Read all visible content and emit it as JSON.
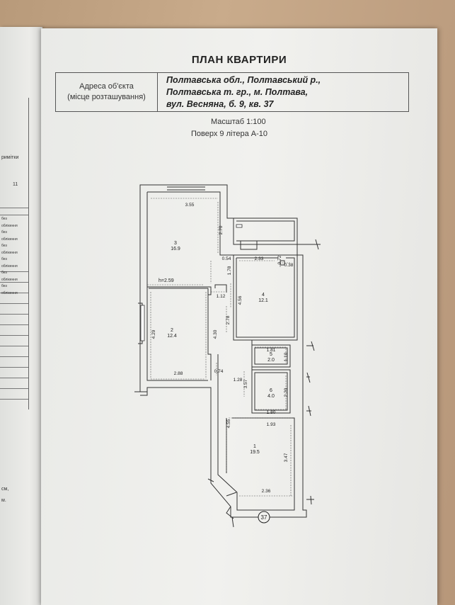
{
  "document": {
    "title": "ПЛАН КВАРТИРИ",
    "address_label_line1": "Адреса об'єкта",
    "address_label_line2": "(місце розташування)",
    "address_line1": "Полтавська обл., Полтавський р.,",
    "address_line2": "Полтавська т. гр., м. Полтава,",
    "address_line3": "вул. Весняна, б. 9, кв. 37",
    "scale": "Масштаб 1:100",
    "floor": "Поверх 9  літера А-10"
  },
  "left_page": {
    "header_text": "римітки",
    "number": "11",
    "rows": [
      "без",
      "облікення",
      "без",
      "облікення",
      "без",
      "облікення",
      "без",
      "облікення",
      "без",
      "облікення",
      "без",
      "облікення"
    ],
    "bottom1": "см,",
    "bottom2": "м."
  },
  "plan": {
    "rooms": [
      {
        "number": "3",
        "area": "16.9"
      },
      {
        "number": "2",
        "area": "12.4"
      },
      {
        "number": "4",
        "area": "12.1"
      },
      {
        "number": "5",
        "area": "2.0"
      },
      {
        "number": "6",
        "area": "4.0"
      },
      {
        "number": "1",
        "area": "19.5"
      }
    ],
    "height_label": "h=2.59",
    "dimensions": {
      "d355": "3.55",
      "d270": "2.70",
      "d054": "0.54",
      "d178": "1.78",
      "d233": "2.33",
      "d072": "0.72",
      "d038": "0.38",
      "d112": "1.12",
      "d456": "4.56",
      "d278": "2.78",
      "d429": "4.29",
      "d430": "4.30",
      "d288": "2.88",
      "d074": "0.74",
      "d181": "1.81",
      "d110": "1.10",
      "d128": "1.28",
      "d357": "3.57",
      "d220": "2.20",
      "d180": "1.80",
      "d193": "1.93",
      "d455": "4.55",
      "d347": "3.47",
      "d236": "2.36"
    },
    "apartment_number": "37"
  }
}
